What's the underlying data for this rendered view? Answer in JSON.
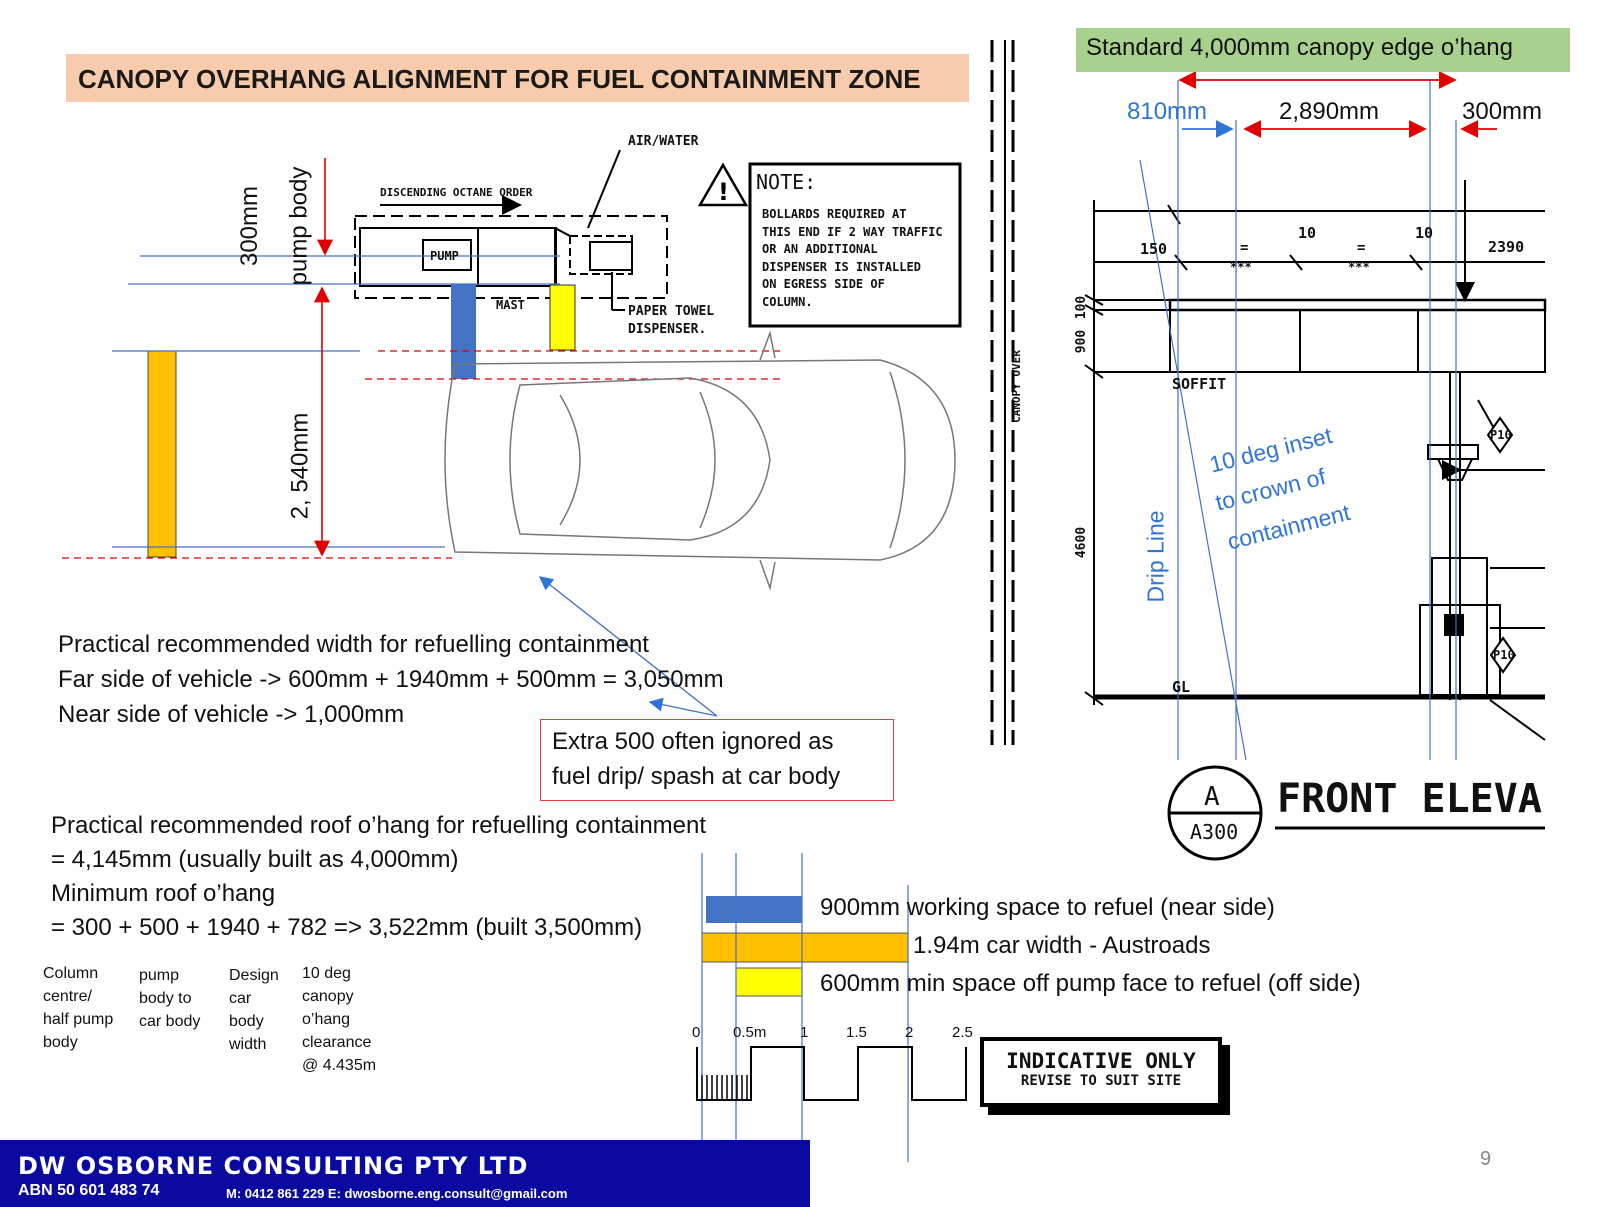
{
  "title": "CANOPY OVERHANG ALIGNMENT FOR FUEL CONTAINMENT ZONE",
  "standard_label": "Standard 4,000mm canopy edge o’hang",
  "dimensions_top": {
    "d1": "810mm",
    "d2": "2,890mm",
    "d3": "300mm"
  },
  "left_dims": {
    "pump_body_mm": "300mm",
    "pump_body_label": "pump body",
    "vertical": "2, 540mm"
  },
  "plan": {
    "descending": "DISCENDING OCTANE ORDER",
    "pump": "PUMP",
    "mast": "MAST",
    "air_water": "AIR/WATER",
    "paper_towel_1": "PAPER TOWEL",
    "paper_towel_2": "DISPENSER.",
    "canopy_over": "CANOPY OVER"
  },
  "note": {
    "heading": "NOTE:",
    "lines": [
      "BOLLARDS REQUIRED AT",
      "THIS END IF 2 WAY TRAFFIC",
      "OR AN ADDITIONAL",
      "DISPENSER IS INSTALLED",
      "ON EGRESS SIDE OF",
      "COLUMN."
    ]
  },
  "elevation": {
    "soffit": "SOFFIT",
    "gl": "GL",
    "d150": "150",
    "d10a": "10",
    "d10b": "10",
    "d2390": "2390",
    "eq1": "=",
    "eq2": "=",
    "stars1": "***",
    "stars2": "***",
    "d100": "100",
    "d900": "900",
    "d4600": "4600",
    "p10a": "P10",
    "p10b": "P10",
    "drip_line": "Drip Line",
    "inset_1": "10 deg inset",
    "inset_2": "to crown of",
    "inset_3": "containment",
    "section_letter": "A",
    "section_ref": "A300",
    "section_title": "FRONT ELEVA"
  },
  "text_block_1": [
    "Practical recommended width for refuelling containment",
    "Far side of vehicle -> 600mm + 1940mm + 500mm = 3,050mm",
    "Near side of vehicle -> 1,000mm"
  ],
  "extra_note": [
    "Extra 500 often ignored as",
    "fuel drip/ spash at car body"
  ],
  "text_block_2": [
    "Practical recommended roof o’hang for refuelling containment",
    "= 4,145mm (usually built as 4,000mm)",
    "Minimum roof o’hang",
    "= 300 + 500 + 1940 + 782 => 3,522mm (built 3,500mm)"
  ],
  "captions": {
    "c1": [
      "Column",
      "centre/",
      "half pump",
      "body"
    ],
    "c2": [
      "pump",
      "body to",
      "car body"
    ],
    "c3": [
      "Design",
      "car",
      "body",
      "width"
    ],
    "c4": [
      "10 deg",
      "canopy",
      "o’hang",
      "clearance",
      "@ 4.435m"
    ]
  },
  "legend": [
    {
      "label": "900mm working space to refuel (near side)",
      "color": "#4472c4"
    },
    {
      "label": "1.94m car width - Austroads",
      "color": "#ffc000"
    },
    {
      "label": "600mm min space off pump face to refuel (off side)",
      "color": "#ffff00"
    }
  ],
  "scale": {
    "t0": "0",
    "t05": "0.5m",
    "t1": "1",
    "t15": "1.5",
    "t2": "2",
    "t25": "2.5"
  },
  "indicative": {
    "line1": "INDICATIVE ONLY",
    "line2": "REVISE TO SUIT SITE"
  },
  "footer": {
    "company": "DW OSBORNE CONSULTING PTY LTD",
    "abn": "ABN 50 601 483 74",
    "contact": "M: 0412 861 229  E: dwosborne.eng.consult@gmail.com"
  },
  "page_number": "9",
  "colors": {
    "blue": "#4472c4",
    "orange": "#ffc000",
    "yellow": "#ffff00",
    "red": "#ff0000",
    "dim_blue": "#2e75d6"
  }
}
